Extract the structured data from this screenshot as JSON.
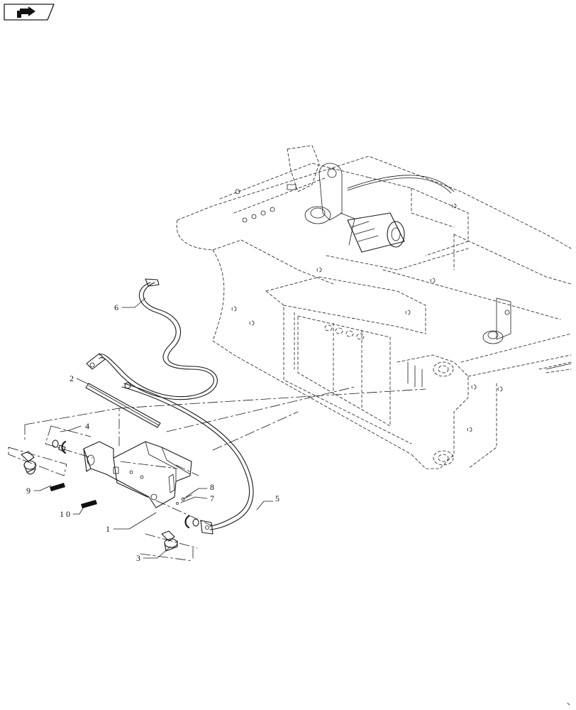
{
  "nav": {
    "icon": "next-page-arrow-icon"
  },
  "callouts": [
    {
      "id": "1",
      "label": "1"
    },
    {
      "id": "2",
      "label": "2"
    },
    {
      "id": "3",
      "label": "3"
    },
    {
      "id": "4",
      "label": "4"
    },
    {
      "id": "5",
      "label": "5"
    },
    {
      "id": "6",
      "label": "6"
    },
    {
      "id": "7",
      "label": "7"
    },
    {
      "id": "8",
      "label": "8"
    },
    {
      "id": "9",
      "label": "9"
    },
    {
      "id": "10",
      "label": "1 0"
    }
  ]
}
